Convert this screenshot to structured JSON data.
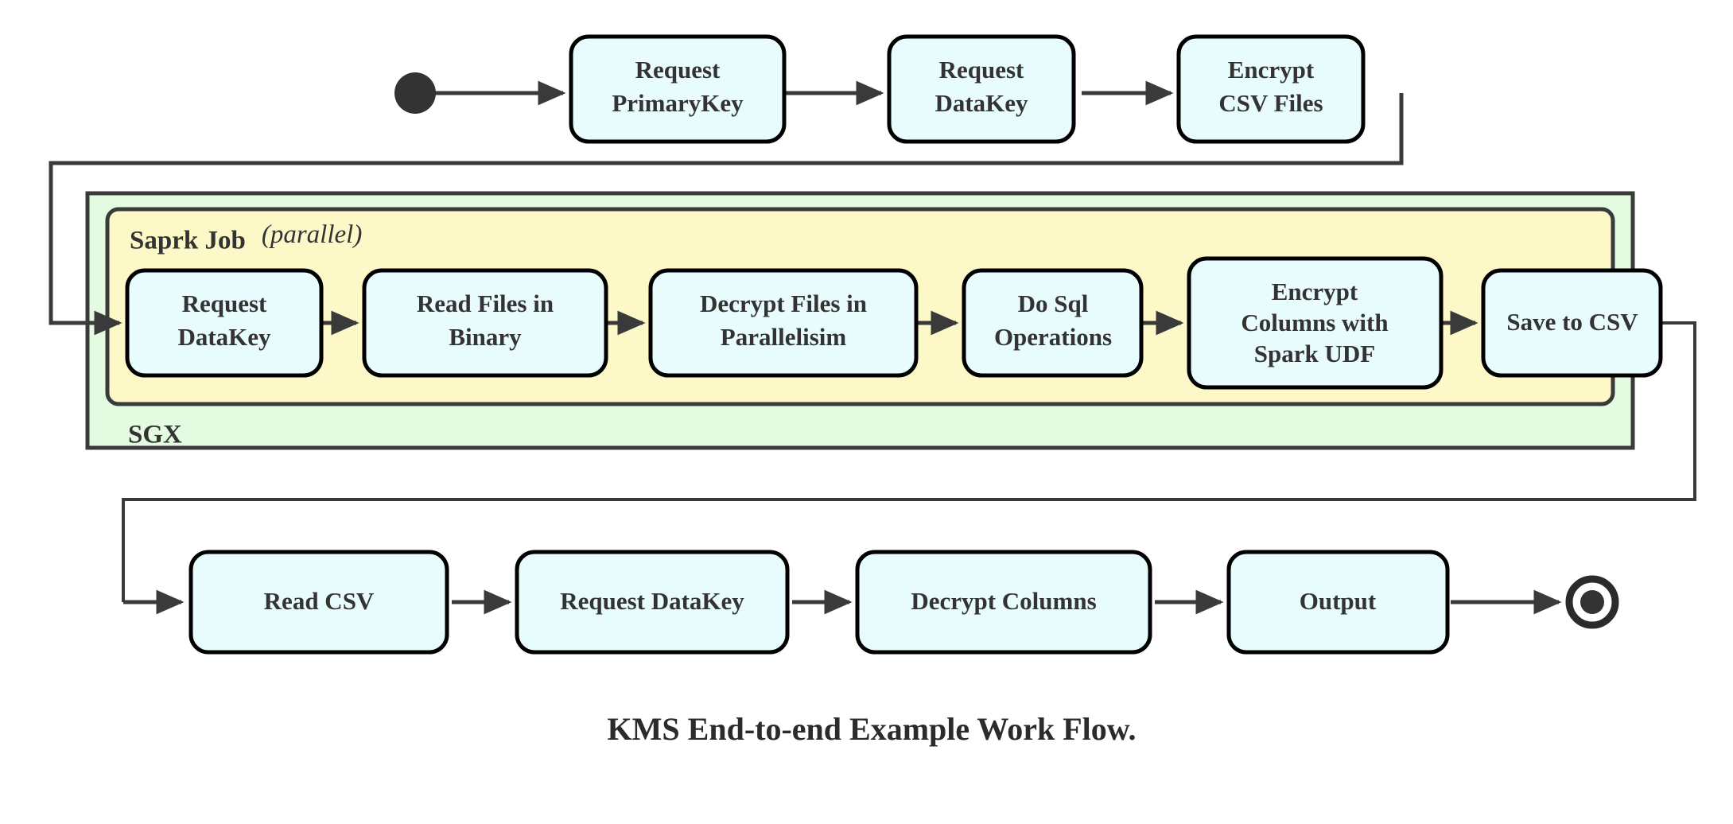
{
  "diagram": {
    "caption": "KMS End-to-end Example Work Flow.",
    "colors": {
      "node_fill": "#e8fbfd",
      "node_stroke": "#000000",
      "sgx_fill": "#e3fbe0",
      "spark_fill": "#fdf8c8",
      "edge": "#3a3a3a",
      "text": "#333333",
      "background": "#ffffff"
    },
    "start_node": {
      "name": "start"
    },
    "end_node": {
      "name": "end"
    },
    "containers": [
      {
        "id": "sgx",
        "label": "SGX",
        "label_position": "bottom-left"
      },
      {
        "id": "spark-job",
        "label": "Saprk Job",
        "modifier": "(parallel)",
        "modifier_open": "(",
        "modifier_word": "parallel",
        "modifier_close": ")",
        "label_position": "top-left"
      }
    ],
    "rows": [
      {
        "id": "top-row",
        "nodes": [
          {
            "id": "request-primarykey",
            "lines": [
              "Request",
              "PrimaryKey"
            ]
          },
          {
            "id": "request-datakey-top",
            "lines": [
              "Request",
              "DataKey"
            ]
          },
          {
            "id": "encrypt-csv-files",
            "lines": [
              "Encrypt",
              "CSV Files"
            ]
          }
        ]
      },
      {
        "id": "spark-row",
        "nodes": [
          {
            "id": "request-datakey-spark",
            "lines": [
              "Request",
              "DataKey"
            ]
          },
          {
            "id": "read-files-in-binary",
            "lines": [
              "Read Files in",
              "Binary"
            ]
          },
          {
            "id": "decrypt-files-in-parallelisim",
            "lines": [
              "Decrypt Files in",
              "Parallelisim"
            ]
          },
          {
            "id": "do-sql-operations",
            "lines": [
              "Do Sql",
              "Operations"
            ]
          },
          {
            "id": "encrypt-columns-spark-udf",
            "lines": [
              "Encrypt",
              "Columns with",
              "Spark UDF"
            ]
          },
          {
            "id": "save-to-csv",
            "lines": [
              "Save to CSV"
            ]
          }
        ]
      },
      {
        "id": "bottom-row",
        "nodes": [
          {
            "id": "read-csv",
            "lines": [
              "Read CSV"
            ]
          },
          {
            "id": "request-datakey-bottom",
            "lines": [
              "Request DataKey"
            ]
          },
          {
            "id": "decrypt-columns",
            "lines": [
              "Decrypt Columns"
            ]
          },
          {
            "id": "output",
            "lines": [
              "Output"
            ]
          }
        ]
      }
    ]
  }
}
